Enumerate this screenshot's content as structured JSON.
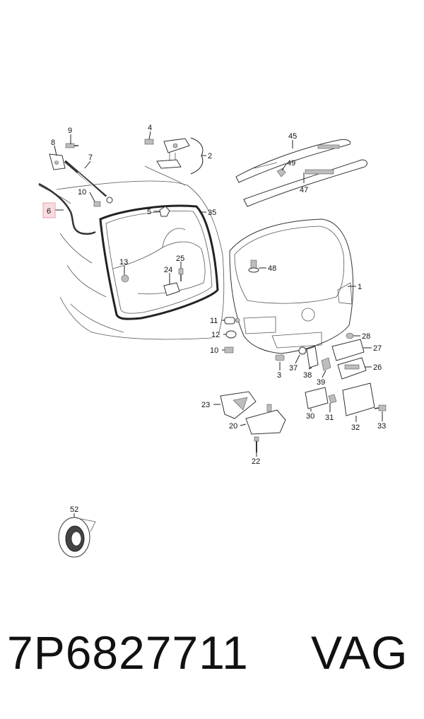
{
  "labels": {
    "l1": "1",
    "l2": "2",
    "l3": "3",
    "l4": "4",
    "l5": "5",
    "l6": "6",
    "l7": "7",
    "l8": "8",
    "l9": "9",
    "l10a": "10",
    "l10b": "10",
    "l11": "11",
    "l12": "12",
    "l13": "13",
    "l20": "20",
    "l22": "22",
    "l23": "23",
    "l24": "24",
    "l25": "25",
    "l26": "26",
    "l27": "27",
    "l28": "28",
    "l30": "30",
    "l31": "31",
    "l32": "32",
    "l33": "33",
    "l35": "35",
    "l37": "37",
    "l38": "38",
    "l39": "39",
    "l45": "45",
    "l47": "47",
    "l48": "48",
    "l49": "49",
    "l52": "52"
  },
  "highlight_color": "#e8a0a8",
  "footer": {
    "part_number": "7P6827711",
    "brand": "VAG"
  }
}
